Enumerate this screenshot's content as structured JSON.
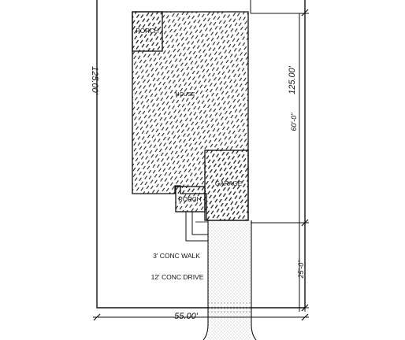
{
  "site_plan": {
    "labels": {
      "porch_top": "PORCH",
      "house": "HOUSE",
      "garage": "GARAGE",
      "porch_bottom": "PORCH",
      "walk": "3' CONC WALK",
      "drive": "12' CONC DRIVE"
    },
    "dimensions": {
      "lot_depth_left": "125.00'",
      "lot_depth_right": "125.00'",
      "house_depth": "60'-0\"",
      "setback": "25'-0\"",
      "lot_width": "55.00'"
    },
    "colors": {
      "line": "#111111",
      "hatch": "#222222",
      "drive_stipple": "#9a9a9a"
    }
  }
}
